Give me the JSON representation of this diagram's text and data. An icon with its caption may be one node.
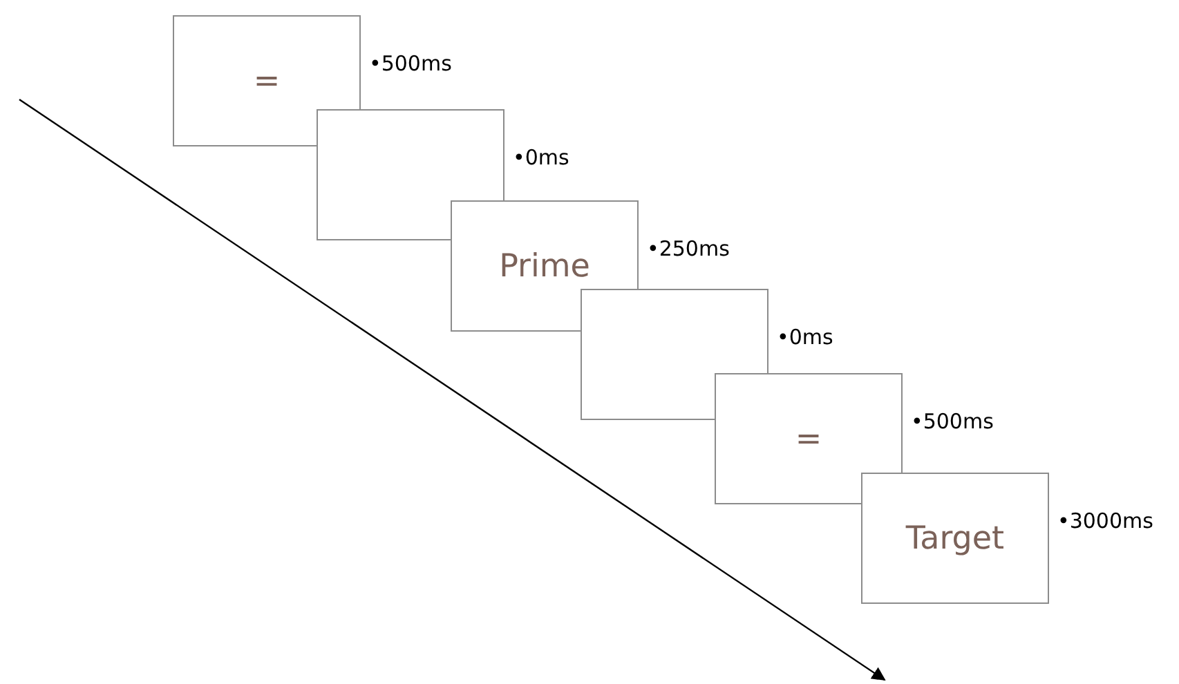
{
  "diagram": {
    "nodes": [
      {
        "text": [
          "="
        ],
        "beside": [
          "•500ms"
        ]
      },
      {
        "text": [],
        "shape": "box",
        "beside": [
          "•0ms"
        ]
      },
      {
        "text": [
          "Prime"
        ],
        "beside": [
          "•250ms"
        ]
      },
      {
        "text": [],
        "shape": "box",
        "beside": [
          "•0ms"
        ]
      },
      {
        "text": [
          "="
        ],
        "beside": [
          "•500ms"
        ]
      },
      {
        "text": [
          "Target"
        ],
        "beside": [
          "•3000ms"
        ]
      }
    ]
  }
}
